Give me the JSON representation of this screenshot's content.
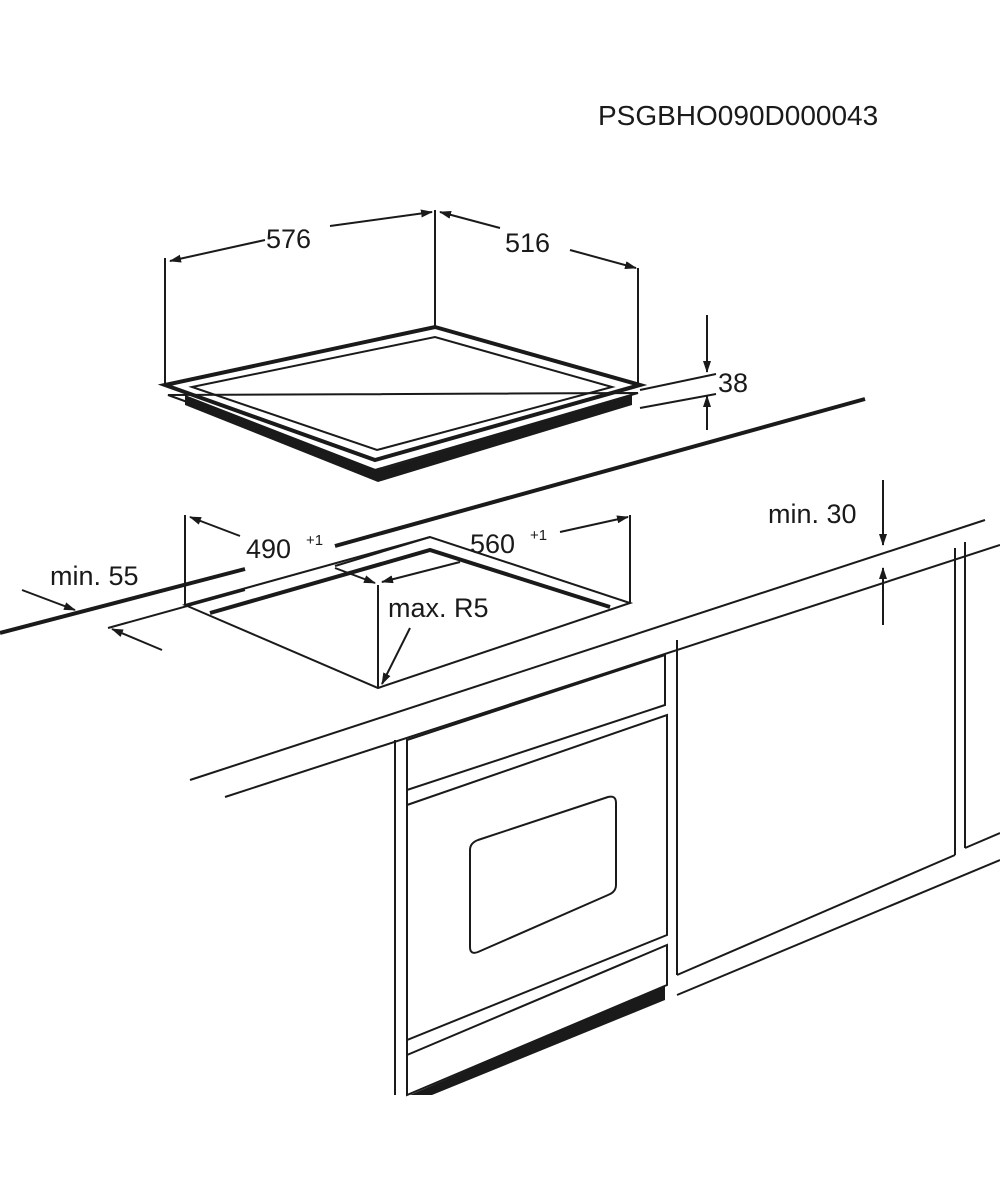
{
  "document_code": "PSGBHO090D000043",
  "hob": {
    "width": "576",
    "depth": "516",
    "height": "38"
  },
  "cutout": {
    "depth": "490",
    "depth_tolerance": "+1",
    "width": "560",
    "width_tolerance": "+1",
    "corner_radius": "max. R5",
    "front_clearance": "min. 55",
    "worktop_thickness": "min. 30"
  },
  "colors": {
    "line": "#1a1a1a",
    "background": "#ffffff"
  }
}
